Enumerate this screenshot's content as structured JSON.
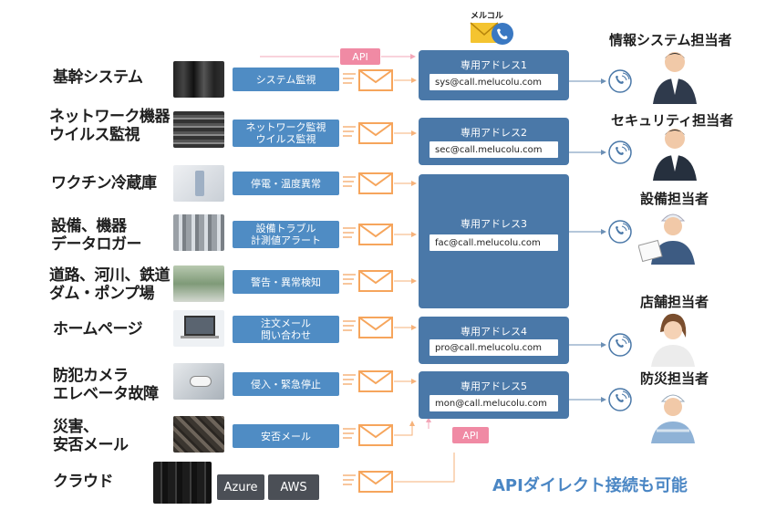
{
  "logo": {
    "text": "メルコル"
  },
  "api_top": "API",
  "api_bottom": "API",
  "tagline": "APIダイレクト接続も可能",
  "sources": [
    {
      "label": "基幹システム",
      "monitor": "システム監視"
    },
    {
      "label": "ネットワーク機器\nウイルス監視",
      "monitor": "ネットワーク監視\nウイルス監視"
    },
    {
      "label": "ワクチン冷蔵庫",
      "monitor": "停電・温度異常"
    },
    {
      "label": "設備、機器\nデータロガー",
      "monitor": "設備トラブル\n計測値アラート"
    },
    {
      "label": "道路、河川、鉄道\nダム・ポンプ場",
      "monitor": "警告・異常検知"
    },
    {
      "label": "ホームページ",
      "monitor": "注文メール\n問い合わせ"
    },
    {
      "label": "防犯カメラ\nエレベータ故障",
      "monitor": "侵入・緊急停止"
    },
    {
      "label": "災害、\n安否メール",
      "monitor": "安否メール"
    },
    {
      "label": "クラウド",
      "monitor": ""
    }
  ],
  "cloud": {
    "azure": "Azure",
    "aws": "AWS"
  },
  "addresses": [
    {
      "title": "専用アドレス1",
      "email": "sys@call.melucolu.com"
    },
    {
      "title": "専用アドレス2",
      "email": "sec@call.melucolu.com"
    },
    {
      "title": "専用アドレス3",
      "email": "fac@call.melucolu.com"
    },
    {
      "title": "専用アドレス4",
      "email": "pro@call.melucolu.com"
    },
    {
      "title": "専用アドレス5",
      "email": "mon@call.melucolu.com"
    }
  ],
  "roles": [
    {
      "label": "情報システム担当者"
    },
    {
      "label": "セキュリティ担当者"
    },
    {
      "label": "設備担当者"
    },
    {
      "label": "店舗担当者"
    },
    {
      "label": "防災担当者"
    }
  ],
  "colors": {
    "monitor": "#4f8cc4",
    "address": "#4a78a8",
    "api": "#f08aa4",
    "arrow": "#f6b27a",
    "pink_line": "#f3a7b8",
    "tagline": "#4a86c4"
  }
}
